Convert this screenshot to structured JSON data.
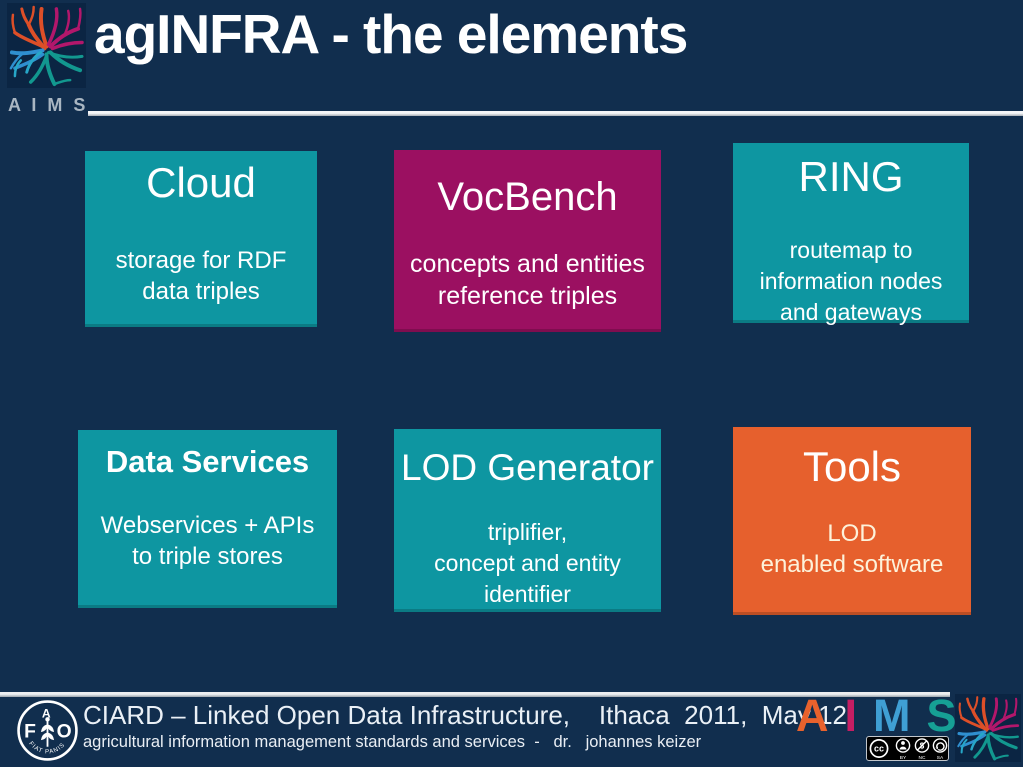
{
  "header": {
    "brand": "A I M S",
    "title": "agINFRA - the elements"
  },
  "cards": [
    {
      "title": "Cloud",
      "body": "storage for RDF\ndata triples",
      "color": "#0e96a1"
    },
    {
      "title": "VocBench",
      "body": "concepts and entities\nreference triples",
      "color": "#9b1061"
    },
    {
      "title": "RING",
      "body": "routemap to\ninformation nodes\nand gateways",
      "color": "#0e96a1"
    },
    {
      "title": "Data Services",
      "body": "Webservices + APIs\nto triple stores",
      "color": "#0e96a1"
    },
    {
      "title": "LOD Generator",
      "body": "triplifier,\nconcept and entity\nidentifier",
      "color": "#0e96a1"
    },
    {
      "title": "Tools",
      "body": "LOD\nenabled software",
      "color": "#e6602d"
    }
  ],
  "footer": {
    "line1": "CIARD – Linked Open Data Infrastructure,    Ithaca  2011,  May 12",
    "line2": "agricultural information management standards and services  -   dr.   johannes keizer",
    "aims_letters": [
      {
        "char": "A",
        "color": "#e8622d"
      },
      {
        "char": "I",
        "color": "#c51e63"
      },
      {
        "char": "M",
        "color": "#3f9fd4"
      },
      {
        "char": "S",
        "color": "#16a095"
      }
    ],
    "cc_badge": {
      "cc": "cc",
      "labels": [
        "BY",
        "NC",
        "SA"
      ]
    },
    "fao_logo": {
      "f": "F",
      "a": "A",
      "o": "O",
      "motto": "FIAT   PANIS"
    }
  },
  "colors": {
    "background": "#112e4e",
    "teal": "#0e96a1",
    "magenta": "#9b1061",
    "orange": "#e6602d",
    "rule_gray": "#c9ced4",
    "title_text": "#ffffff"
  }
}
